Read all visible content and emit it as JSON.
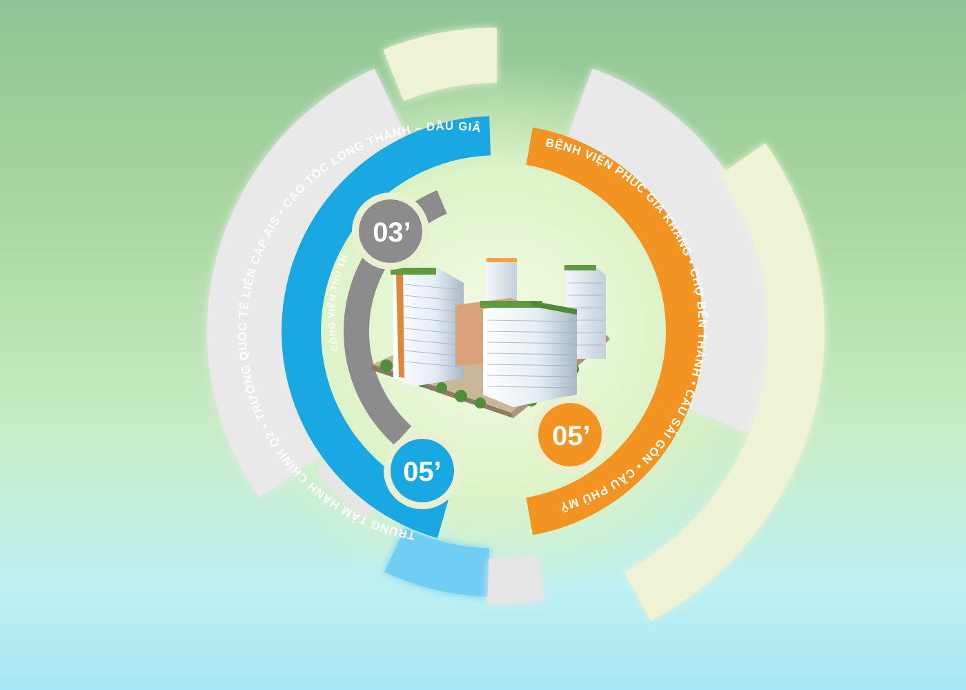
{
  "colors": {
    "blue": "#1aa8e2",
    "orange": "#f29322",
    "gray": "#8c8c8c",
    "light_gray": "#e8e8e8",
    "cream": "#eef2d2",
    "light_blue": "#6fcdf4"
  },
  "labels": {
    "blue_arc": "TRUNG TÂM HÀNH CHÍNH Q2 • TRƯỜNG QUỐC TẾ LIÊN CẤP AIS • CAO TỐC LONG THÀNH – DẦU GIÂY",
    "orange_arc": "BỆNH VIỆN PHÚC GIA KHANG • CHỢ BẾN THÀNH • CẦU SÀI GÒN • CẦU PHÚ MỸ",
    "gray_arc": "CÔNG VIÊN THỦ THIÊM"
  },
  "badges": {
    "gray": "03’",
    "blue": "05’",
    "orange": "05’"
  },
  "image": {
    "icon": "apartment-towers-illustration"
  }
}
